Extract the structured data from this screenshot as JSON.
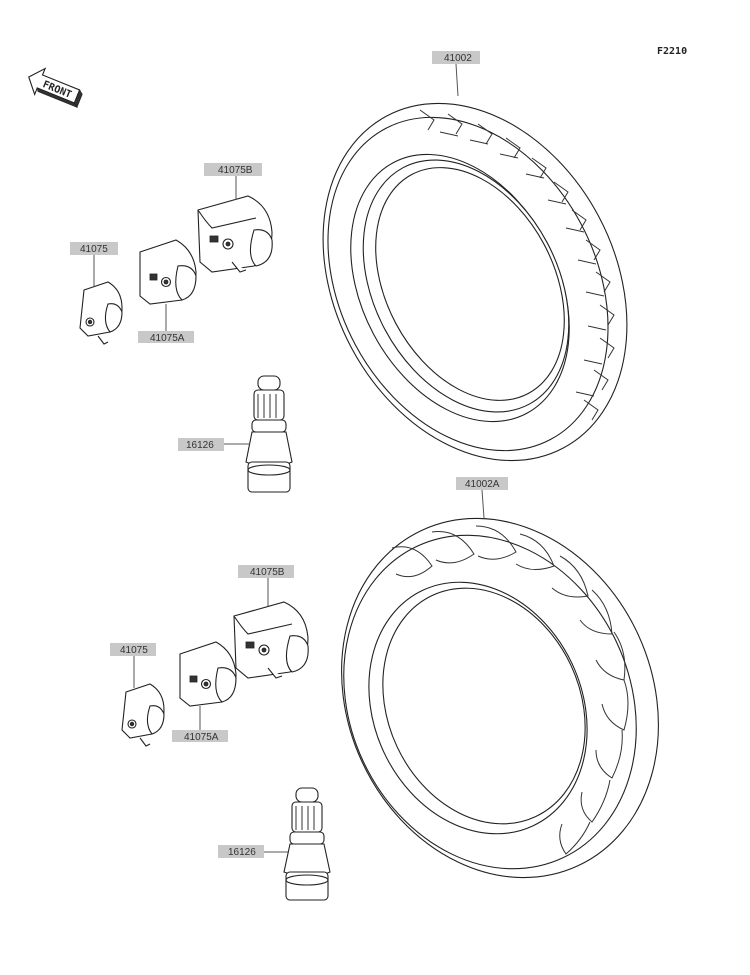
{
  "figure_code": "F2210",
  "front_badge": {
    "label": "FRONT"
  },
  "parts": {
    "tire_front": "41002",
    "tire_rear": "41002A",
    "upper_weight_large": "41075B",
    "upper_weight_small": "41075",
    "upper_weight_medium": "41075A",
    "upper_valve": "16126",
    "lower_weight_large": "41075B",
    "lower_weight_small": "41075",
    "lower_weight_medium": "41075A",
    "lower_valve": "16126"
  }
}
